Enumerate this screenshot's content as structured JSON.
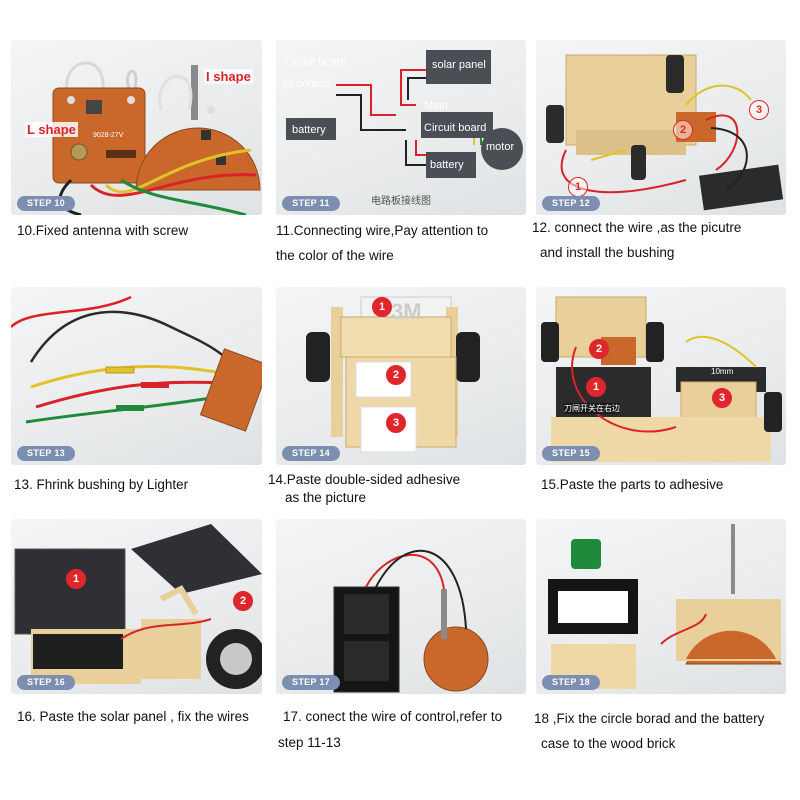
{
  "steps": [
    {
      "badge": "STEP 10",
      "caption": "10.Fixed antenna with screw"
    },
    {
      "badge": "STEP 11",
      "caption_line1": "11.Connecting wire,Pay attention to",
      "caption_line2": "the color of the wire"
    },
    {
      "badge": "STEP 12",
      "caption_line1": "12. connect the wire ,as the picutre",
      "caption_line2": "and install the bushing"
    },
    {
      "badge": "STEP 13",
      "caption": "13. Fhrink bushing by Lighter"
    },
    {
      "badge": "STEP 14",
      "caption_line1": "14.Paste double-sided adhesive",
      "caption_line2": "as the picture"
    },
    {
      "badge": "STEP 15",
      "caption": "15.Paste the parts to adhesive"
    },
    {
      "badge": "STEP 16",
      "caption": "16. Paste the solar panel , fix the wires"
    },
    {
      "badge": "STEP 17",
      "caption_line1": "17. conect the wire of control,refer to",
      "caption_line2": "step 11-13"
    },
    {
      "badge": "STEP 18",
      "caption_line1": "18 ,Fix the circle borad and the battery",
      "caption_line2": "case to the wood brick"
    }
  ],
  "step10_labels": {
    "i_shape": "I shape",
    "l_shape": "L shape",
    "board_text": "9028-27V"
  },
  "step11_diagram": {
    "circuit_board_control_1": "Circuit board",
    "circuit_board_control_2": "of control",
    "battery_left": "battery",
    "solar_panel": "solar panel",
    "main_label": "Main",
    "main_circuit_board": "Circuit board",
    "battery_bottom": "battery",
    "motor": "motor",
    "chinese_title": "电路板接线图"
  },
  "step12_numbers": [
    "1",
    "2",
    "3"
  ],
  "step14_numbers": [
    "1",
    "2",
    "3"
  ],
  "step14_tape": "3M",
  "step15_numbers": [
    "1",
    "2",
    "3"
  ],
  "step15_switch_text": "刀闸开关在右边",
  "step15_measure": "10mm",
  "step16_numbers": [
    "1",
    "2"
  ],
  "colors": {
    "badge": "#7d8fb1",
    "wire_red": "#d8232a",
    "wire_yellow": "#e0c22a",
    "wire_green": "#1f8a3a",
    "board_orange": "#c9682a",
    "wood": "#e9cf9a"
  }
}
